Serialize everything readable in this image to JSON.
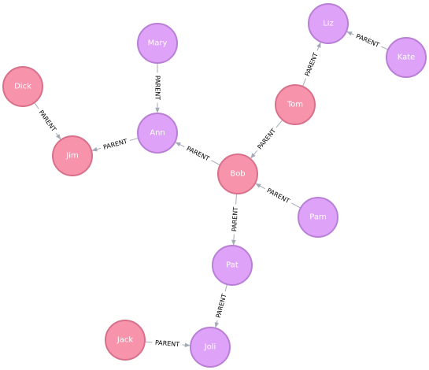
{
  "colors": {
    "pink_fill": "#f793ab",
    "pink_stroke": "#d9708b",
    "violet_fill": "#dea2f8",
    "violet_stroke": "#b97fd6",
    "edge": "#a5abb6",
    "edge_label": "#000000",
    "node_label": "#ffffff"
  },
  "nodes": [
    {
      "id": "liz",
      "label": "Liz",
      "color": "violet"
    },
    {
      "id": "kate",
      "label": "Kate",
      "color": "violet"
    },
    {
      "id": "mary",
      "label": "Mary",
      "color": "violet"
    },
    {
      "id": "tom",
      "label": "Tom",
      "color": "pink"
    },
    {
      "id": "dick",
      "label": "Dick",
      "color": "pink"
    },
    {
      "id": "ann",
      "label": "Ann",
      "color": "violet"
    },
    {
      "id": "jim",
      "label": "Jim",
      "color": "pink"
    },
    {
      "id": "bob",
      "label": "Bob",
      "color": "pink"
    },
    {
      "id": "pam",
      "label": "Pam",
      "color": "violet"
    },
    {
      "id": "pat",
      "label": "Pat",
      "color": "violet"
    },
    {
      "id": "jack",
      "label": "Jack",
      "color": "pink"
    },
    {
      "id": "joli",
      "label": "Joli",
      "color": "violet"
    }
  ],
  "edges": [
    {
      "from": "kate",
      "to": "liz",
      "label": "PARENT"
    },
    {
      "from": "tom",
      "to": "liz",
      "label": "PARENT"
    },
    {
      "from": "tom",
      "to": "bob",
      "label": "PARENT"
    },
    {
      "from": "mary",
      "to": "ann",
      "label": "PARENT"
    },
    {
      "from": "dick",
      "to": "jim",
      "label": "PARENT"
    },
    {
      "from": "ann",
      "to": "jim",
      "label": "PARENT"
    },
    {
      "from": "bob",
      "to": "ann",
      "label": "PARENT"
    },
    {
      "from": "pam",
      "to": "bob",
      "label": "PARENT"
    },
    {
      "from": "bob",
      "to": "pat",
      "label": "PARENT"
    },
    {
      "from": "pat",
      "to": "joli",
      "label": "PARENT"
    },
    {
      "from": "jack",
      "to": "joli",
      "label": "PARENT"
    }
  ]
}
